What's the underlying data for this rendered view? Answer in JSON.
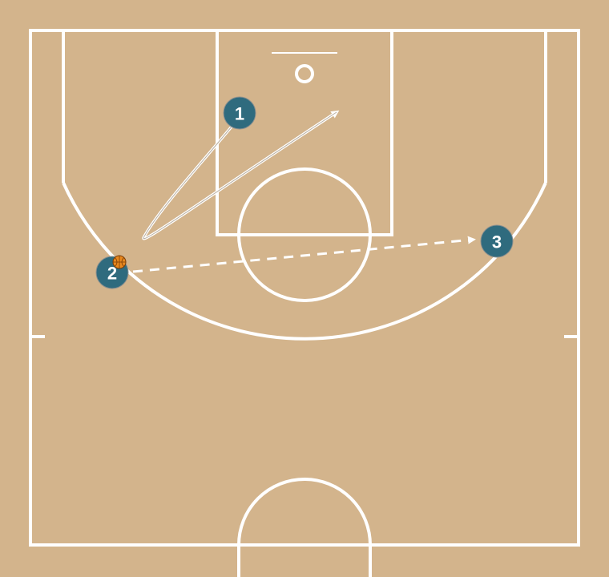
{
  "diagram": {
    "court_color": "#D3B48C",
    "line_color": "#FFFFFF",
    "player_color": "#2F6B7E",
    "ball_color": "#E8881E",
    "players": [
      {
        "id": "1",
        "label": "1"
      },
      {
        "id": "2",
        "label": "2"
      },
      {
        "id": "3",
        "label": "3"
      }
    ],
    "actions": [
      {
        "type": "cut",
        "from": "1",
        "style": "solid-arrow"
      },
      {
        "type": "pass",
        "from": "2",
        "to": "3",
        "style": "dashed-arrow"
      }
    ],
    "ball_holder": "2"
  }
}
